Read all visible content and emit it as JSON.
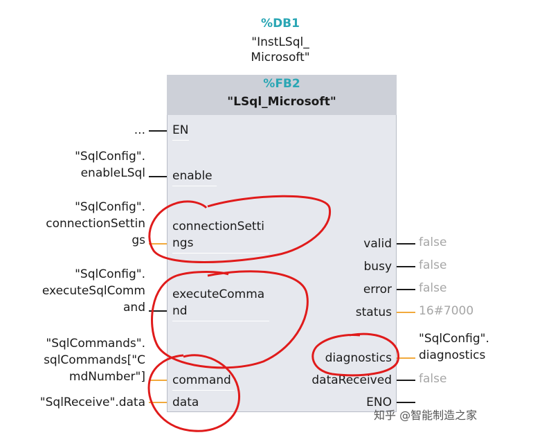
{
  "instance": {
    "db_number": "%DB1",
    "db_name": "\"InstLSql_\nMicrosoft\""
  },
  "block": {
    "fb_number": "%FB2",
    "fb_name": "\"LSql_Microsoft\""
  },
  "inputs": [
    {
      "pin": "EN",
      "source": "...",
      "source_color": "black"
    },
    {
      "pin": "enable",
      "source": "\"SqlConfig\".\nenableLSql",
      "source_color": "black"
    },
    {
      "pin": "connectionSetti\nngs",
      "source": "\"SqlConfig\".\nconnectionSettin\ngs",
      "source_color": "orange"
    },
    {
      "pin": "executeComma\nnd",
      "source": "\"SqlConfig\".\nexecuteSqlComm\nand",
      "source_color": "black"
    },
    {
      "pin": "command",
      "source": "\"SqlCommands\".\nsqlCommands[\"C\nmdNumber\"]",
      "source_color": "orange"
    },
    {
      "pin": "data",
      "source": "\"SqlReceive\".data",
      "source_color": "orange"
    }
  ],
  "outputs": [
    {
      "pin": "valid",
      "target": "false",
      "target_style": "gray"
    },
    {
      "pin": "busy",
      "target": "false",
      "target_style": "gray"
    },
    {
      "pin": "error",
      "target": "false",
      "target_style": "gray"
    },
    {
      "pin": "status",
      "target": "16#7000",
      "target_style": "gray"
    },
    {
      "pin": "diagnostics",
      "target": "\"SqlConfig\".\ndiagnostics",
      "target_style": "black"
    },
    {
      "pin": "dataReceived",
      "target": "false",
      "target_style": "gray"
    },
    {
      "pin": "ENO",
      "target": "",
      "target_style": "black"
    }
  ],
  "watermark": "知乎 @智能制造之家",
  "colors": {
    "accent_teal": "#2aa6b4",
    "wire_orange": "#f2a93b",
    "annotation_red": "#e01b1b",
    "block_fill": "#e6e8ee",
    "header_fill": "#cdd0d8",
    "value_gray": "#a6a6a6"
  }
}
